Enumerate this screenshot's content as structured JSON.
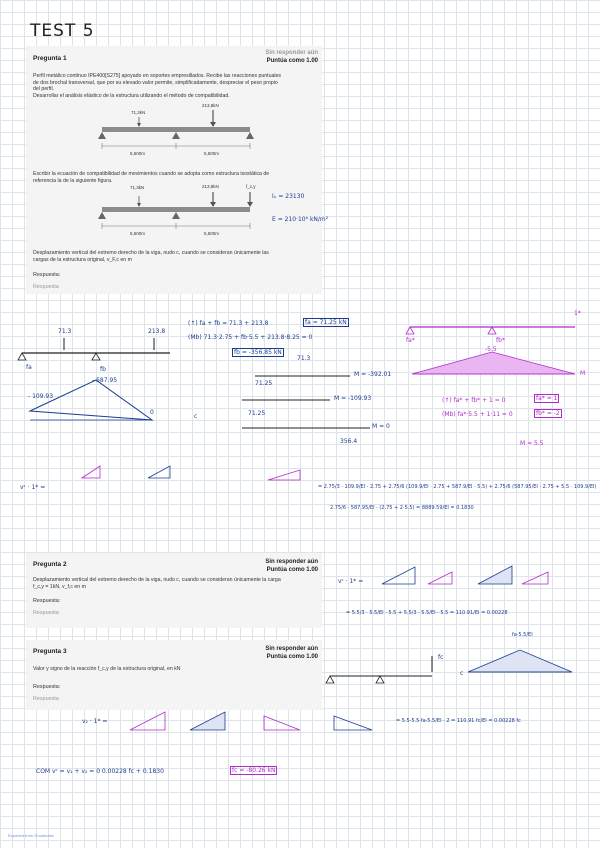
{
  "header": {
    "title": "TEST 5"
  },
  "q1": {
    "title": "Pregunta 1",
    "status": "Sin responder aún",
    "points": "Puntúa como 1.00",
    "text1": "Perfil metálico continuo IPE400[S275] apoyado en soportes empresillados. Recibe las reacciones puntuales",
    "text2": "de dos brochal transversal, que por su elevado valor permite, simplificadamente, despreciar el peso propio",
    "text3": "del perfil.",
    "text4": "Desarrollar el análisis elástico de la estructura utilizando el método de compatibilidad.",
    "load1": "71,3kN",
    "load2": "213,8kN",
    "span1": "5,500m",
    "span2": "5,500m",
    "compat1": "Escribir la ecuación de compatibilidad de movimientos cuando se adopta como estructura isostática de",
    "compat2": "referencia la de la siguiente figura.",
    "fig2_load1": "71,3kN",
    "fig2_load2": "213,8kN",
    "fig2_load3": "f_c,y",
    "fig2_span1": "5,500m",
    "fig2_span2": "5,500m",
    "iz": "Iₓ = 23130",
    "e": "E = 210·10⁶ kN/m²",
    "disp1": "Desplazamiento vertical del extremo derecho de la viga, nudo c, cuando se consideran únicamente las",
    "disp2": "cargas de la estructura original, v_F,c en m",
    "answer_label": "Respuesta:",
    "answer_placeholder": "Respuesta"
  },
  "hw1": {
    "eq1": "(↑) fa + fb = 71.3 + 213.8",
    "eq1_result": "fa = 71.25 kN",
    "eq2": "(Mb) 71.3·2.75 + fb·5.5 + 213.8·8.25 = 0",
    "eq2_result": "fb = -356.85 kN",
    "beam_l1": "71.3",
    "beam_l2": "213.8",
    "fa": "fa",
    "fb": "fb",
    "m_neg1": "- 109.93",
    "m_neg2": "- 587.95",
    "c": "c",
    "zero": "0",
    "v71": "71.3",
    "v7125": "71.25",
    "v7125b": "71.25",
    "m1": "M = -392.01",
    "m2": "M = -109.93",
    "m3": "M = 0",
    "v356": "356.4",
    "one_star": "1*",
    "fa_star": "fa*",
    "fb_star": "fb*",
    "val55": "-5.5",
    "mlbl": "M",
    "pe1": "(↑) fa* + fb* + 1 = 0",
    "pe1_r": "fa* = 1",
    "pe2": "(Mb) fa*·5.5 + 1·11 = 0",
    "pe2_r": "fb* = -2",
    "m55": "M = 5.5",
    "work_lhs": "vᶜ · 1* =",
    "res1": "= 2.75/3 · 109.9/EI · 2.75 + 2.75/6 (109.9/EI · 2.75 + 587.9/EI · 5.5) + 2.75/6 (587.95/EI · 2.75 + 5.5 · 109.9/EI)",
    "res2": "2.75/6 · 587.95/EI · (2.75 + 2·5.5) = 8889.59/EI = 0.1830"
  },
  "q2": {
    "title": "Pregunta 2",
    "status": "Sin responder aún",
    "points": "Puntúa como 1.00",
    "text1": "Desplazamiento vertical del extremo derecho de la viga, nudo c, cuando se consideran únicamente la carga",
    "text2": "f_c,y = 1kN, v_f,c en m",
    "answer_label": "Respuesta:",
    "answer_placeholder": "Respuesta",
    "hw_lhs": "vᶜ · 1* =",
    "hw_eq": "= 5.5/3 · 5.5/EI · 5.5 + 5.5/3 · 5.5/EI · 5.5 = 110.91/EI = 0.00228"
  },
  "q3": {
    "title": "Pregunta 3",
    "status": "Sin responder aún",
    "points": "Puntúa como 1.00",
    "text1": "Valor y signo de la reacción f_c,y de la estructura original, en kN",
    "answer_label": "Respuesta:",
    "answer_placeholder": "Respuesta",
    "hw_fc": "fc",
    "hw_c": "c",
    "hw_tri": "fa·5.5/EI",
    "hw_lhs": "v₂ · 1* =",
    "hw_eq": "= 5.5·5.5·fa·5.5/EI · 2 = 110.91 fc/EI = 0.00228 fc",
    "compat": "COM   vᶜ = v₁ + v₂ = 0   0.00228 fc + 0.1830",
    "result": "fc = -80.26 kN"
  },
  "footer": {
    "text": "Exported from Goodnotes"
  }
}
